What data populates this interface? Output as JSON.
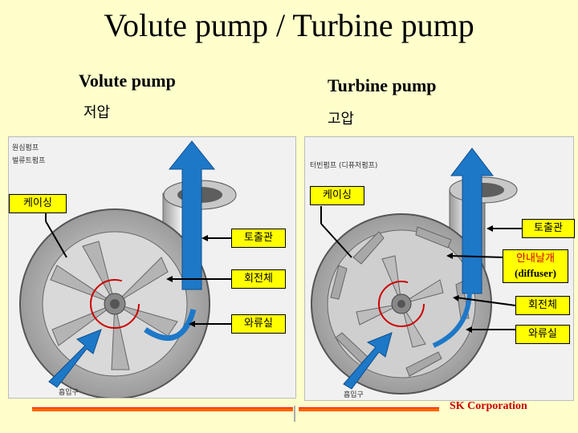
{
  "title": "Volute pump / Turbine pump",
  "volute": {
    "heading": "Volute pump",
    "subheading": "저압",
    "caption_line1": "원심펌프",
    "caption_line2": "벌류트펌프",
    "inlet_label": "흡입구",
    "labels": {
      "casing": "케이싱",
      "outlet": "토출관",
      "impeller": "회전체",
      "volute": "와류실"
    }
  },
  "turbine": {
    "heading": "Turbine pump",
    "subheading": "고압",
    "caption": "터빈펌프 (디퓨저펌프)",
    "inlet_label": "흡입구",
    "labels": {
      "casing": "케이싱",
      "outlet": "토출관",
      "diffuser_kr": "안내날개",
      "diffuser_en": "(diffuser)",
      "impeller": "회전체",
      "volute": "와류실"
    }
  },
  "footer": {
    "company": "SK Corporation"
  },
  "colors": {
    "background": "#ffffcc",
    "label_fill": "#ffff00",
    "accent_line": "#ff6600",
    "company_text": "#cc0000",
    "flow_arrow": "#1e78c8"
  }
}
